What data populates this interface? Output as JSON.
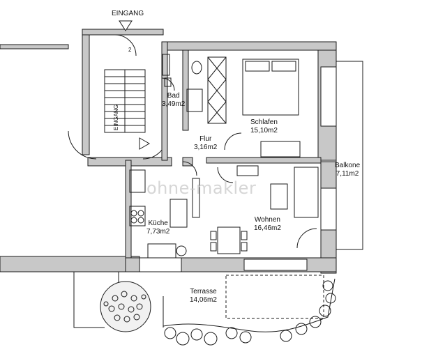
{
  "entrance": {
    "label": "EINGANG",
    "stair_label": "EINGANG"
  },
  "rooms": [
    {
      "id": "bad",
      "name": "Bad",
      "area": "3,49m2"
    },
    {
      "id": "flur",
      "name": "Flur",
      "area": "3,16m2"
    },
    {
      "id": "schlafen",
      "name": "Schlafen",
      "area": "15,10m2"
    },
    {
      "id": "kueche",
      "name": "Küche",
      "area": "7,73m2"
    },
    {
      "id": "wohnen",
      "name": "Wohnen",
      "area": "16,46m2"
    },
    {
      "id": "balkone",
      "name": "Balkone",
      "area": "7,11m2"
    },
    {
      "id": "terrasse",
      "name": "Terrasse",
      "area": "14,06m2"
    }
  ],
  "stair_step_mark": "2",
  "watermark": {
    "text": "ohne-makler"
  },
  "colors": {
    "wall": "#c8c8c8",
    "wall_outline": "#1a1a1a",
    "line": "#1a1a1a"
  }
}
